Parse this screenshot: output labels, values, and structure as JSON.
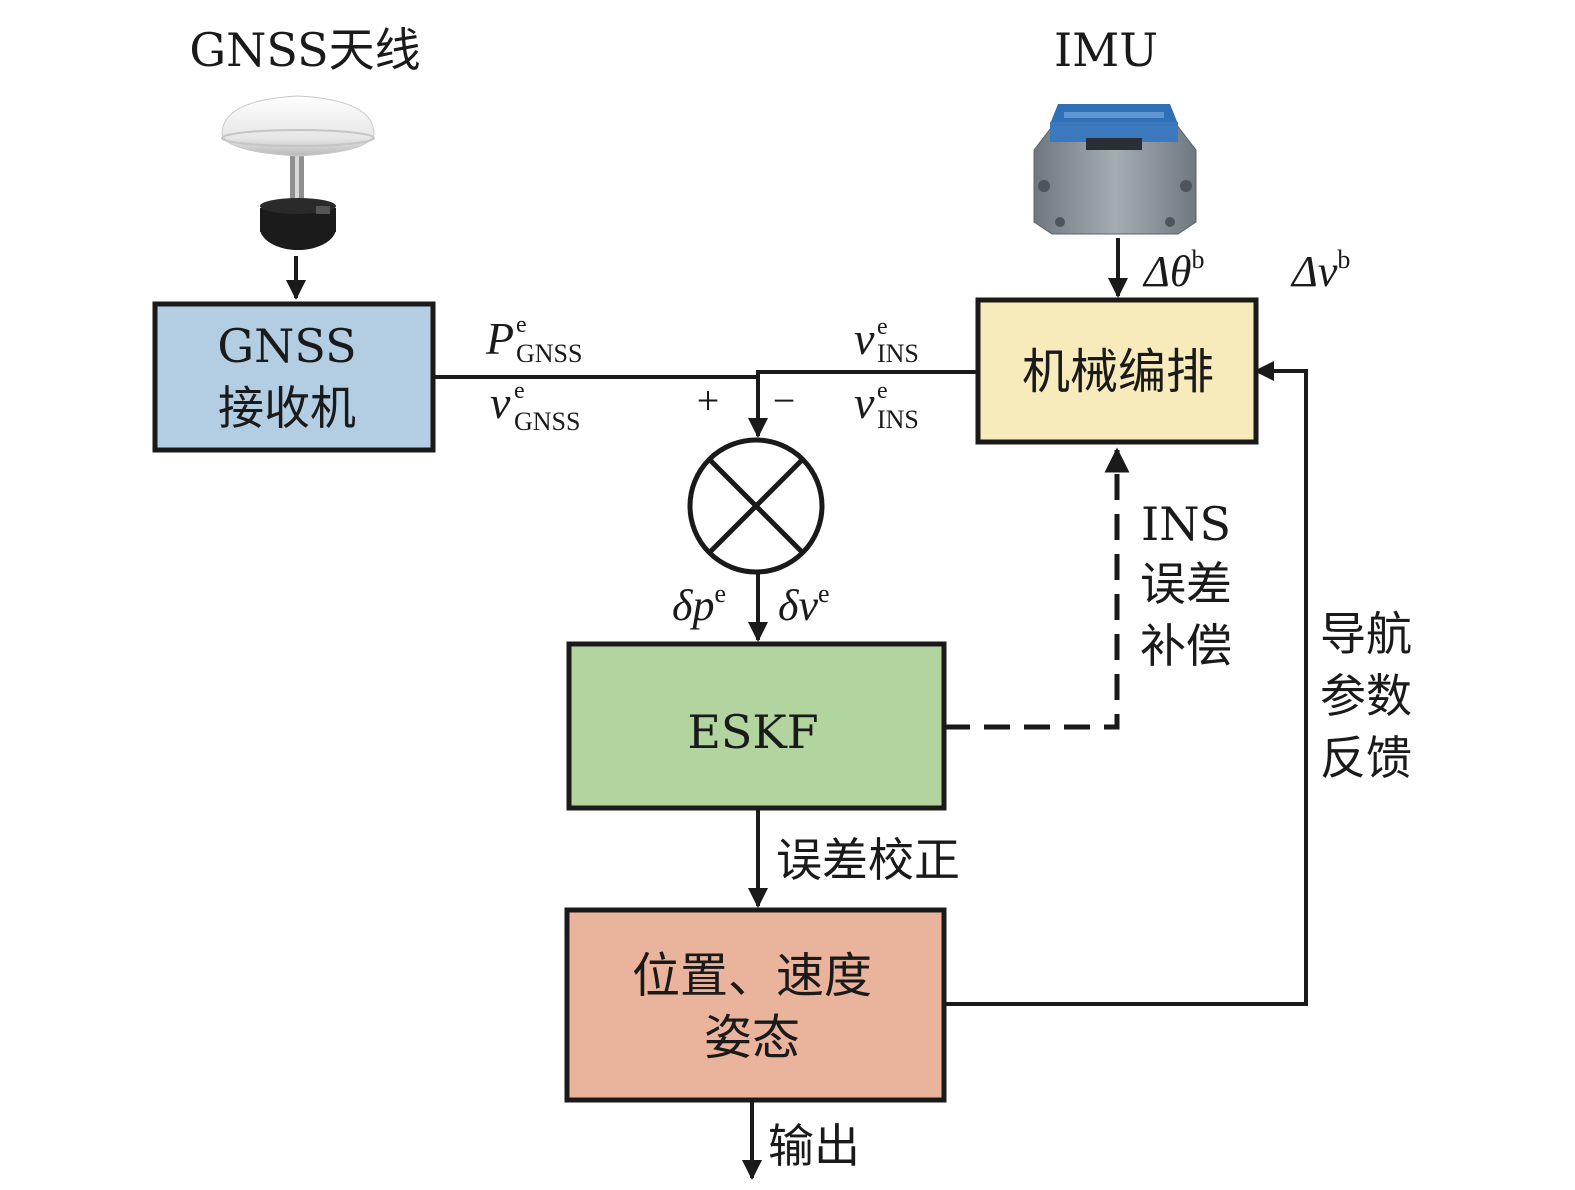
{
  "devices": {
    "gnss_antenna_label": "GNSS天线",
    "imu_label": "IMU"
  },
  "blocks": {
    "gnss_receiver": [
      "GNSS",
      "接收机"
    ],
    "mechanization": "机械编排",
    "eskf": "ESKF",
    "output_state": [
      "位置、速度",
      "姿态"
    ]
  },
  "signals": {
    "imu_delta_theta": {
      "base": "Δθ",
      "sup": "b"
    },
    "imu_delta_v": {
      "base": "Δv",
      "sup": "b"
    },
    "p_gnss": {
      "base": "P",
      "sup": "e",
      "sub": "GNSS"
    },
    "v_gnss": {
      "base": "v",
      "sup": "e",
      "sub": "GNSS"
    },
    "v_ins_top": {
      "base": "v",
      "sup": "e",
      "sub": "INS"
    },
    "v_ins_bottom": {
      "base": "v",
      "sup": "e",
      "sub": "INS"
    },
    "plus_sign": "+",
    "minus_sign": "−",
    "delta_p": {
      "base": "δp",
      "sup": "e"
    },
    "delta_v": {
      "base": "δv",
      "sup": "e"
    }
  },
  "edge_labels": {
    "ins_compensation": [
      "INS",
      "误差",
      "补偿"
    ],
    "nav_feedback": [
      "导航",
      "参数",
      "反馈"
    ],
    "error_correction": "误差校正",
    "output": "输出"
  },
  "colors": {
    "gnss_receiver_fill": "#b3cde3",
    "mechanization_fill": "#f7ebbc",
    "eskf_fill": "#b2d5a0",
    "output_fill": "#e9b49b",
    "imu_top": "#2f6fb5",
    "imu_body": "#8b949c",
    "line": "#1a1a1a"
  }
}
